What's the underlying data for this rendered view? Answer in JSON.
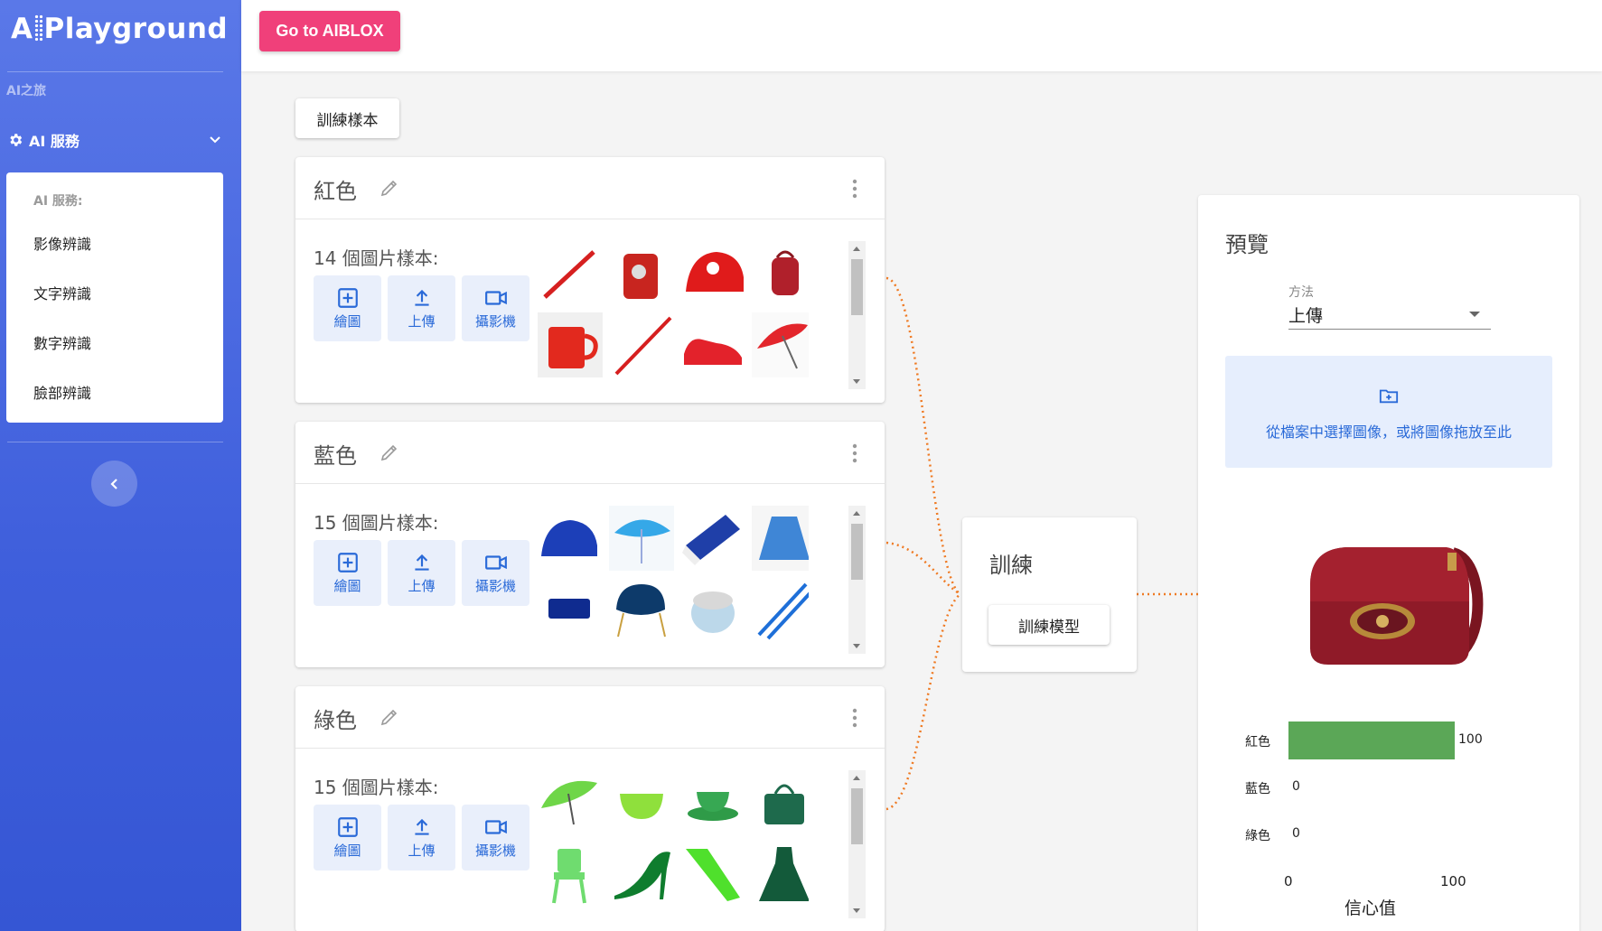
{
  "sidebar": {
    "logo_prefix": "A",
    "logo_rest": "Playground",
    "section_label": "AI之旅",
    "menu_head": "AI 服務",
    "panel_title": "AI 服務:",
    "items": [
      "影像辨識",
      "文字辨識",
      "數字辨識",
      "臉部辨識"
    ]
  },
  "topbar": {
    "go_button": "Go to AIBLOX"
  },
  "training": {
    "label": "訓練樣本",
    "classes": [
      {
        "name": "紅色",
        "count_text": "14 個圖片樣本:",
        "color": "#e53935"
      },
      {
        "name": "藍色",
        "count_text": "15 個圖片樣本:",
        "color": "#1e5bd8"
      },
      {
        "name": "綠色",
        "count_text": "15 個圖片樣本:",
        "color": "#3ec43a"
      }
    ],
    "tools": {
      "draw": "繪圖",
      "upload": "上傳",
      "camera": "攝影機"
    }
  },
  "train": {
    "title": "訓練",
    "button": "訓練模型"
  },
  "preview": {
    "title": "預覽",
    "method_label": "方法",
    "method_value": "上傳",
    "dropzone_text": "從檔案中選擇圖像，或將圖像拖放至此",
    "results": [
      {
        "label": "紅色",
        "value": 100
      },
      {
        "label": "藍色",
        "value": 0
      },
      {
        "label": "綠色",
        "value": 0
      }
    ],
    "axis_min": "0",
    "axis_max": "100",
    "axis_title": "信心值",
    "bar_color": "#5ba757"
  }
}
